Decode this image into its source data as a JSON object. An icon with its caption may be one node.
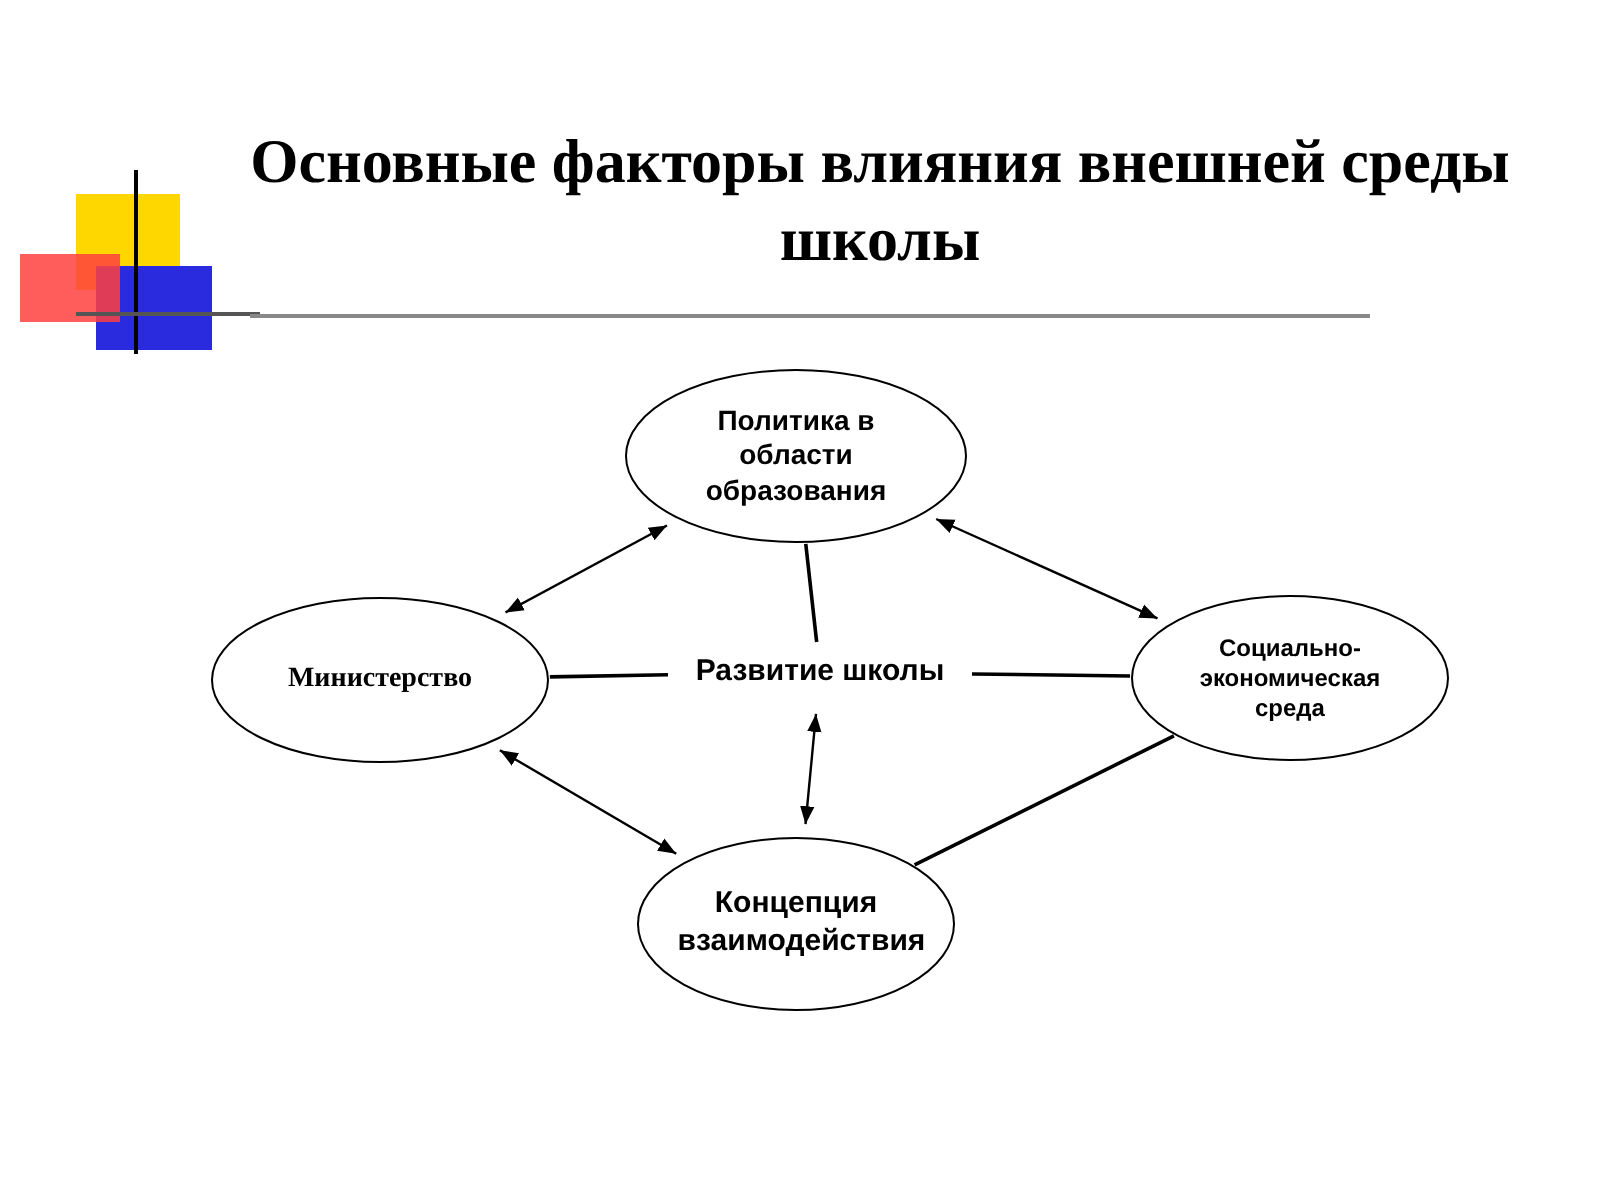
{
  "diagram": {
    "title": "Основные факторы влияния внешней среды школы",
    "nodes": [
      {
        "text": [
          "Политика в области образования"
        ]
      },
      {
        "text": [
          "Министерство"
        ]
      },
      {
        "text": [
          "Развитие школы"
        ]
      },
      {
        "text": [
          "Социально-экономическая среда"
        ]
      },
      {
        "text": [
          "Концепция взаимодействия"
        ]
      }
    ],
    "edges": [
      {
        "from": 0,
        "to": 1,
        "arrow": "both"
      },
      {
        "from": 0,
        "to": 3,
        "arrow": "both"
      },
      {
        "from": 0,
        "to": 2,
        "arrow": "none"
      },
      {
        "from": 1,
        "to": 2,
        "arrow": "none"
      },
      {
        "from": 2,
        "to": 3,
        "arrow": "none"
      },
      {
        "from": 2,
        "to": 4,
        "arrow": "both"
      },
      {
        "from": 1,
        "to": 4,
        "arrow": "both"
      },
      {
        "from": 3,
        "to": 4,
        "arrow": "none"
      }
    ]
  }
}
